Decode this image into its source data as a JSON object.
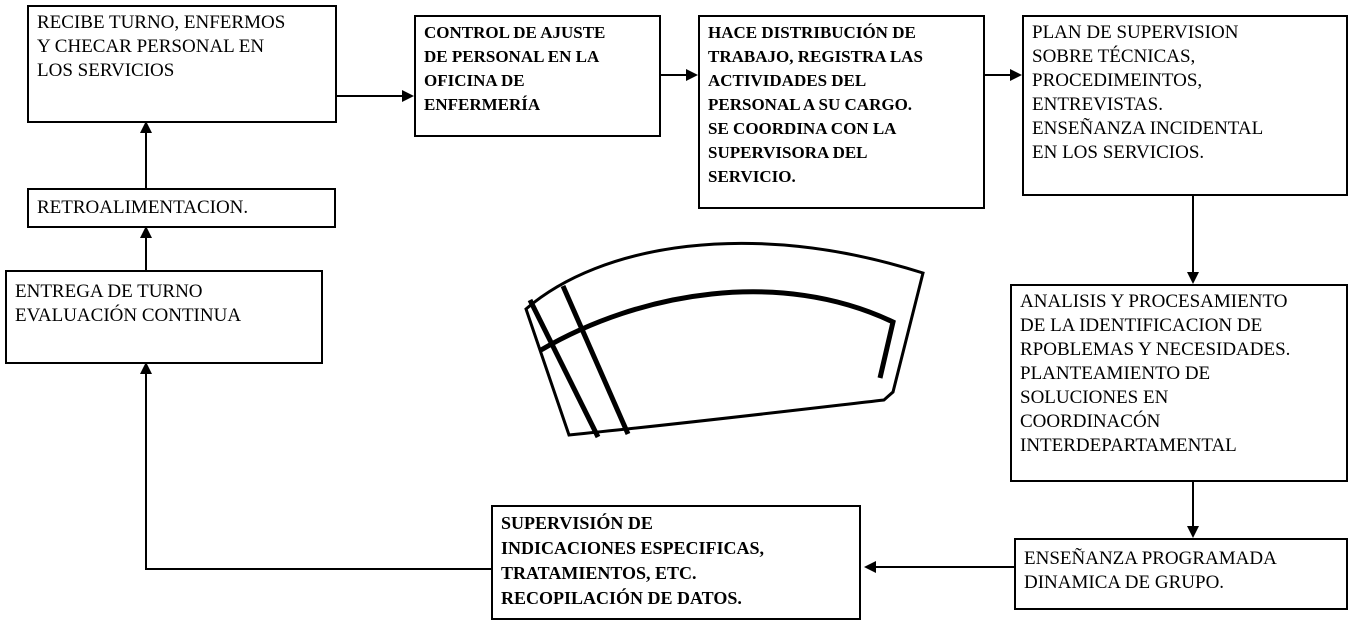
{
  "boxes": {
    "recibe_turno": [
      "RECIBE TURNO, ENFERMOS",
      "Y CHECAR PERSONAL EN",
      "LOS SERVICIOS"
    ],
    "control_ajuste": [
      "CONTROL DE AJUSTE",
      "DE PERSONAL EN LA",
      "OFICINA DE",
      "ENFERMERÍA"
    ],
    "distribucion": [
      "HACE DISTRIBUCIÓN DE",
      "TRABAJO, REGISTRA LAS",
      "ACTIVIDADES DEL",
      "PERSONAL A SU CARGO.",
      "SE COORDINA CON LA",
      "SUPERVISORA DEL",
      "SERVICIO."
    ],
    "plan_supervision": [
      "PLAN DE SUPERVISION",
      "SOBRE TÉCNICAS,",
      "PROCEDIMEINTOS,",
      "ENTREVISTAS.",
      "ENSEÑANZA INCIDENTAL",
      "EN LOS SERVICIOS."
    ],
    "retroalimentacion": [
      "RETROALIMENTACION."
    ],
    "entrega_turno": [
      "ENTREGA DE TURNO",
      "EVALUACIÓN CONTINUA"
    ],
    "analisis": [
      "ANALISIS Y PROCESAMIENTO",
      "DE LA IDENTIFICACION DE",
      "RPOBLEMAS Y NECESIDADES.",
      "PLANTEAMIENTO DE",
      "SOLUCIONES EN",
      "COORDINACÓN",
      "INTERDEPARTAMENTAL"
    ],
    "supervision_indicaciones": [
      "SUPERVISIÓN DE",
      "INDICACIONES ESPECIFICAS,",
      "TRATAMIENTOS, ETC.",
      "RECOPILACIÓN DE DATOS."
    ],
    "ensenanza_programada": [
      "ENSEÑANZA PROGRAMADA",
      "DINAMICA DE GRUPO."
    ]
  },
  "colors": {
    "line": "#000000",
    "background": "#ffffff"
  }
}
